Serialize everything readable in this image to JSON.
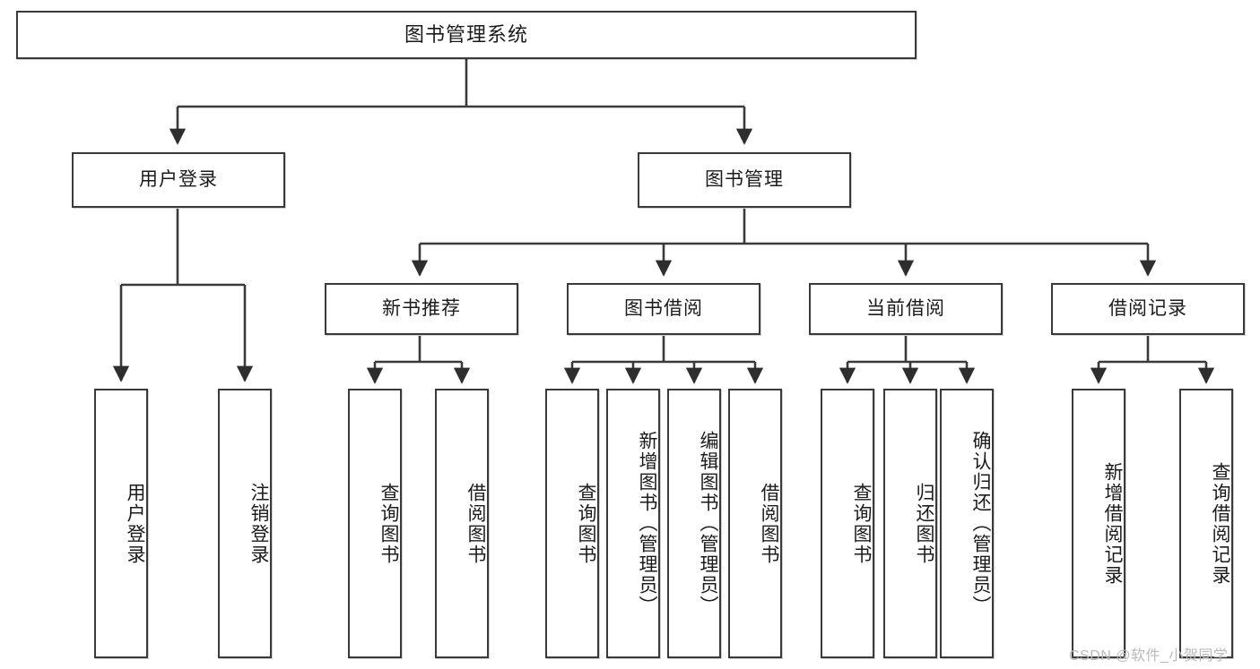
{
  "diagram": {
    "title": "图书管理系统",
    "type": "tree-hierarchy",
    "stroke_color": "#3a3a3a",
    "background_color": "#ffffff",
    "text_color": "#1b1b1b",
    "watermark": "CSDN @软件_小贺同学",
    "nodes": {
      "root": {
        "label": "图书管理系统"
      },
      "level2": [
        {
          "id": "user-login",
          "label": "用户登录"
        },
        {
          "id": "book-manage",
          "label": "图书管理"
        }
      ],
      "level3": [
        {
          "id": "new-book-recommend",
          "label": "新书推荐"
        },
        {
          "id": "book-borrow",
          "label": "图书借阅"
        },
        {
          "id": "current-borrow",
          "label": "当前借阅"
        },
        {
          "id": "borrow-record",
          "label": "借阅记录"
        }
      ],
      "leaves": {
        "user_login": [
          {
            "id": "leaf-user-login",
            "label": "用户登录"
          },
          {
            "id": "leaf-logout-login",
            "label": "注销登录"
          }
        ],
        "new_book_recommend": [
          {
            "id": "leaf-query-book-1",
            "label": "查询图书"
          },
          {
            "id": "leaf-borrow-book-1",
            "label": "借阅图书"
          }
        ],
        "book_borrow": [
          {
            "id": "leaf-query-book-2",
            "label": "查询图书"
          },
          {
            "id": "leaf-add-book",
            "label": "新增图书（管理员）"
          },
          {
            "id": "leaf-edit-book",
            "label": "编辑图书（管理员）"
          },
          {
            "id": "leaf-borrow-book-2",
            "label": "借阅图书"
          }
        ],
        "current_borrow": [
          {
            "id": "leaf-query-book-3",
            "label": "查询图书"
          },
          {
            "id": "leaf-return-book",
            "label": "归还图书"
          },
          {
            "id": "leaf-confirm-return",
            "label": "确认归还（管理员）"
          }
        ],
        "borrow_record": [
          {
            "id": "leaf-add-record",
            "label": "新增借阅记录"
          },
          {
            "id": "leaf-query-record",
            "label": "查询借阅记录"
          }
        ]
      }
    }
  }
}
